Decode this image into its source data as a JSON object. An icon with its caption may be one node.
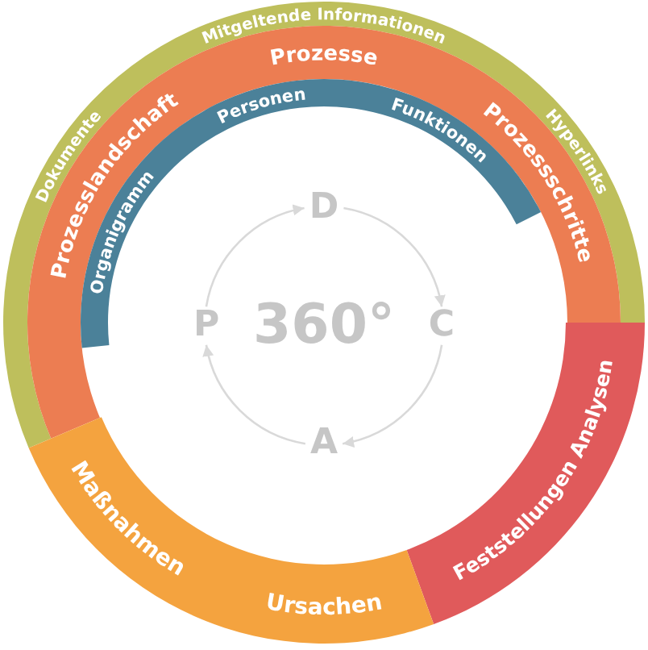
{
  "diagram": {
    "nodes": [
      {
        "text": [
          "Dokumente",
          "Mitgeltende Informationen",
          "Hyperlinks"
        ]
      },
      {
        "text": [
          "Prozesslandschaft",
          "Prozesse",
          "Prozessschritte"
        ]
      },
      {
        "text": [
          "Organigramm",
          "Personen",
          "Funktionen"
        ]
      },
      {
        "text": [
          "D"
        ]
      },
      {
        "text": [
          "P"
        ]
      },
      {
        "text": [
          "C"
        ]
      },
      {
        "text": [
          "A"
        ]
      },
      {
        "text": [
          "Feststellungen Analysen"
        ]
      },
      {
        "text": [
          "Maßnahmen",
          "Ursachen"
        ]
      }
    ],
    "edges": [
      {
        "from": 4,
        "to": 3,
        "arrow": "to"
      },
      {
        "from": 3,
        "to": 5,
        "arrow": "to"
      },
      {
        "from": 5,
        "to": 6,
        "arrow": "to"
      },
      {
        "from": 6,
        "to": 4,
        "arrow": "to"
      }
    ],
    "labels": [
      "360°"
    ]
  }
}
